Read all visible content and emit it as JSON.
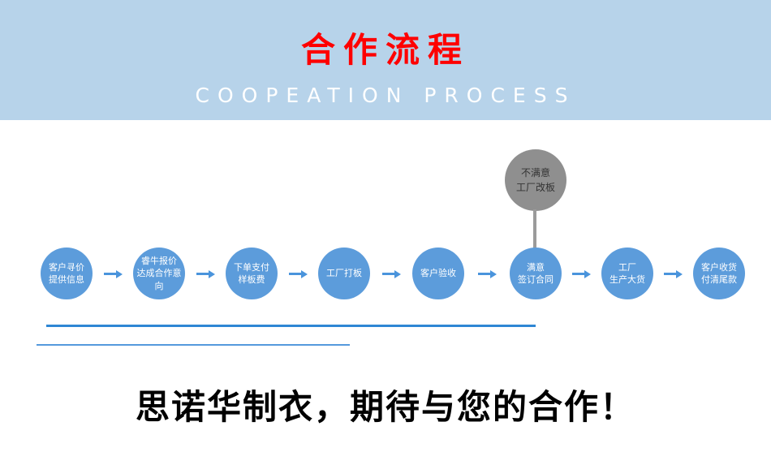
{
  "banner": {
    "title": "合作流程",
    "subtitle": "COOPEATION  PROCESS"
  },
  "flow": {
    "branch": {
      "text": "不满意\n工厂改板"
    },
    "steps": [
      {
        "text": "客户寻价\n提供信息"
      },
      {
        "text": "睿牛报价\n达成合作意向"
      },
      {
        "text": "下单支付\n样板费"
      },
      {
        "text": "工厂打板"
      },
      {
        "text": "客户验收"
      },
      {
        "text": "满意\n签订合同"
      },
      {
        "text": "工厂\n生产大货"
      },
      {
        "text": "客户收货\n付清尾款"
      }
    ]
  },
  "footer": {
    "slogan": "思诺华制衣，期待与您的合作！"
  },
  "colors": {
    "banner-bg": "#b7d3ea",
    "title-red": "#fe0000",
    "subtitle-white": "#ffffff",
    "circle-blue": "#5c9cdb",
    "gray-circle": "#8f8f8f",
    "line-blue": "#2e86d4",
    "arrow-blue": "#4a94dc"
  }
}
